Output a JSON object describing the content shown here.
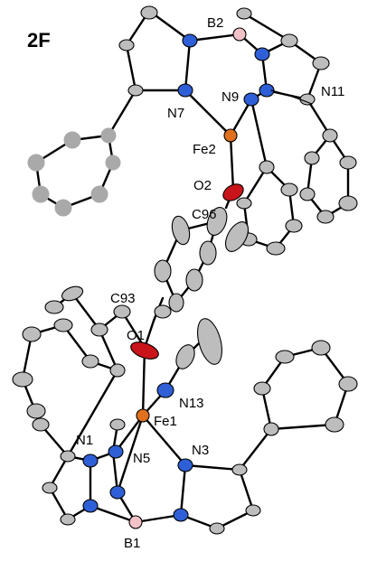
{
  "panel": {
    "label": "2F"
  },
  "labels": {
    "b2": "B2",
    "n11": "N11",
    "n9": "N9",
    "n7": "N7",
    "fe2": "Fe2",
    "o2": "O2",
    "c96": "C96",
    "c93": "C93",
    "o1": "O1",
    "n13": "N13",
    "fe1": "Fe1",
    "n1": "N1",
    "n5": "N5",
    "n3": "N3",
    "b1": "B1"
  },
  "colors": {
    "carbon": "#bdbdbd",
    "carbon_isotropic": "#a9a9a9",
    "nitrogen": "#2f5fd6",
    "oxygen": "#c8141a",
    "iron": "#e0701e",
    "boron": "#f2c2c8"
  }
}
